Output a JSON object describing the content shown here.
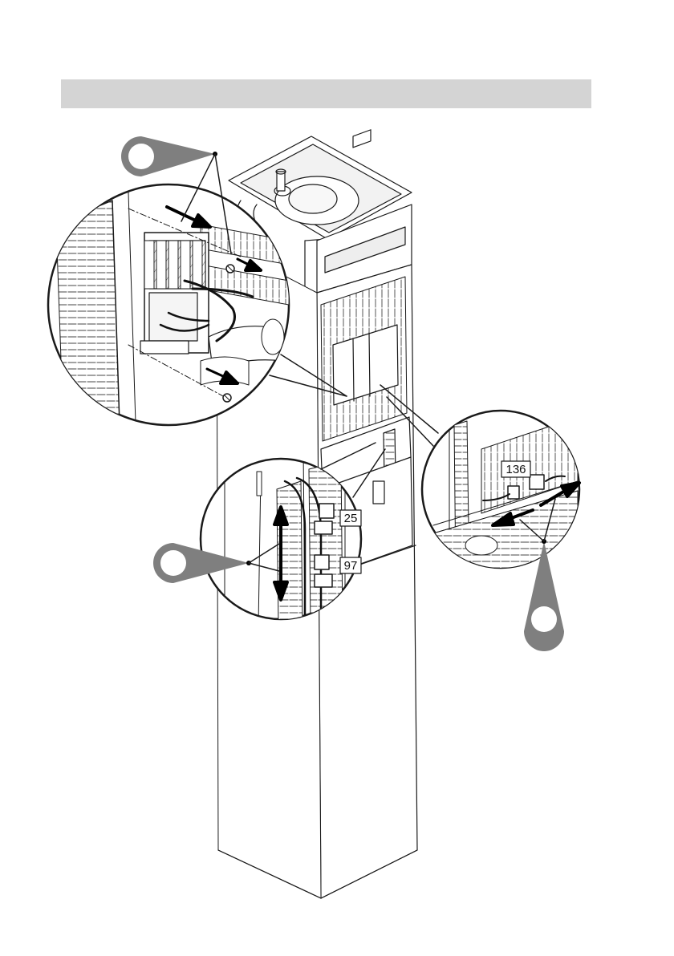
{
  "header": {
    "title": ""
  },
  "callouts": [
    {
      "id": "A",
      "text": ""
    },
    {
      "id": "B",
      "text": ""
    },
    {
      "id": "C",
      "text": ""
    }
  ],
  "part_labels": {
    "upper_plug": "25",
    "lower_plug": "97",
    "right_plug": "136"
  },
  "colors": {
    "header": "#d4d4d4",
    "line": "#1a1a1a",
    "pointer": "#7f7f7f"
  }
}
